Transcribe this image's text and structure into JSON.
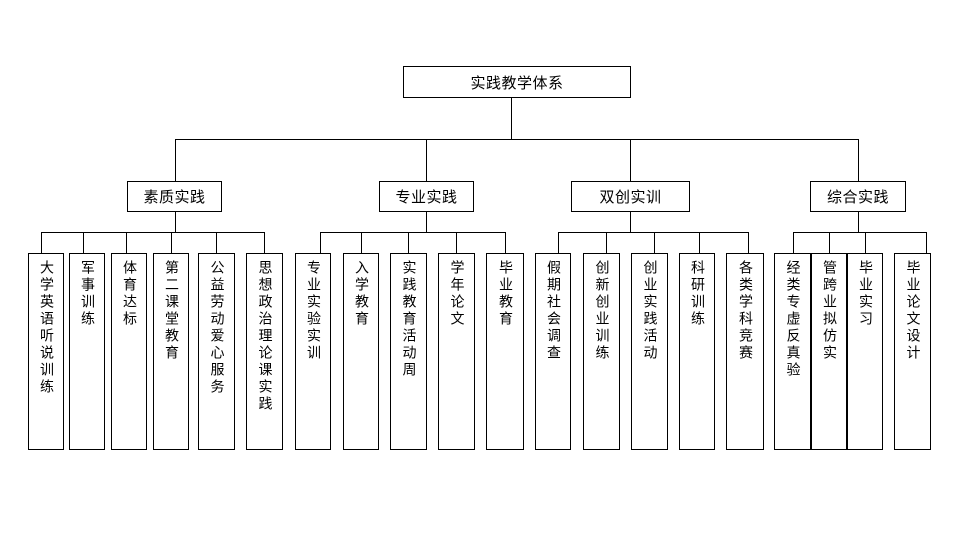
{
  "root": "实践教学体系",
  "categories": [
    {
      "label": "素质实践",
      "items": [
        "大学英语听说训练",
        "军事训练",
        "体育达标",
        "第二课堂教育",
        "公益劳动爱心服务",
        "思想政治理论课实践"
      ]
    },
    {
      "label": "专业实践",
      "items": [
        "专业实验实训",
        "入学教育",
        "实践教育活动周",
        "学年论文",
        "毕业教育"
      ]
    },
    {
      "label": "双创实训",
      "items": [
        "假期社会调查",
        "创新创业训练",
        "创业实践活动",
        "科研训练",
        "各类学科竞赛"
      ]
    },
    {
      "label": "综合实践",
      "items": [
        "经类专虚反真验",
        "管跨业拟仿实",
        "毕业实习",
        "毕业论文设计"
      ]
    }
  ]
}
